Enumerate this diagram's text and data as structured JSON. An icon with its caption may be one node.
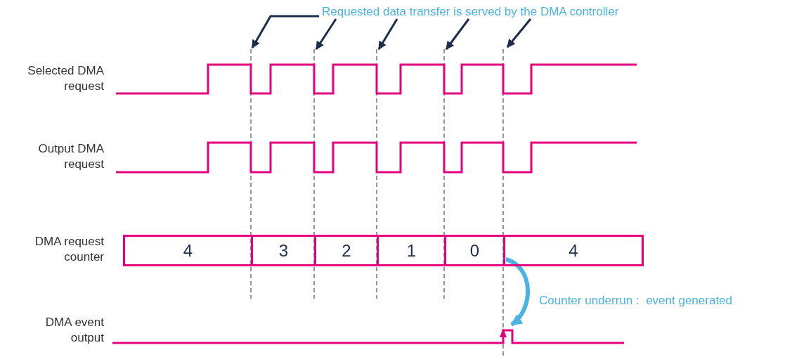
{
  "diagram": {
    "nodes": [
      {
        "text": [
          "Requested data transfer is served by the DMA controller"
        ]
      },
      {
        "text": [
          "4"
        ]
      },
      {
        "text": [
          "3"
        ]
      },
      {
        "text": [
          "2"
        ]
      },
      {
        "text": [
          "1"
        ]
      },
      {
        "text": [
          "0"
        ]
      },
      {
        "text": [
          "4"
        ]
      }
    ],
    "edges": [
      {
        "from": 0,
        "to": null,
        "arrow": "to"
      },
      {
        "from": 0,
        "to": null,
        "arrow": "to"
      },
      {
        "from": 0,
        "to": null,
        "arrow": "to"
      },
      {
        "from": 0,
        "to": null,
        "arrow": "to"
      },
      {
        "from": 0,
        "to": null,
        "arrow": "to"
      },
      {
        "from": 6,
        "to": null,
        "arrow": "to",
        "label": "Counter underrun :  event generated",
        "style": "thick",
        "color": "#4ab3e3"
      }
    ],
    "labels": [
      "Selected DMA request",
      "Output DMA request",
      "DMA request counter",
      "DMA event output"
    ]
  }
}
